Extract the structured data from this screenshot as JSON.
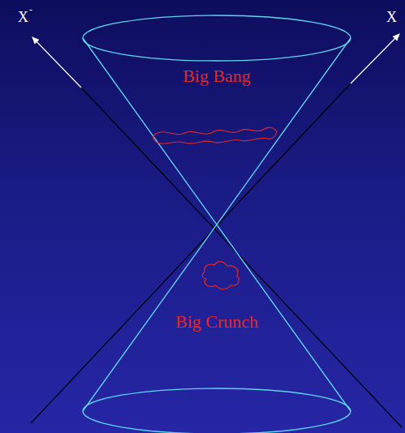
{
  "diagram": {
    "labels": [
      "X",
      "-",
      "X",
      "Big Bang",
      "Big Crunch"
    ]
  }
}
